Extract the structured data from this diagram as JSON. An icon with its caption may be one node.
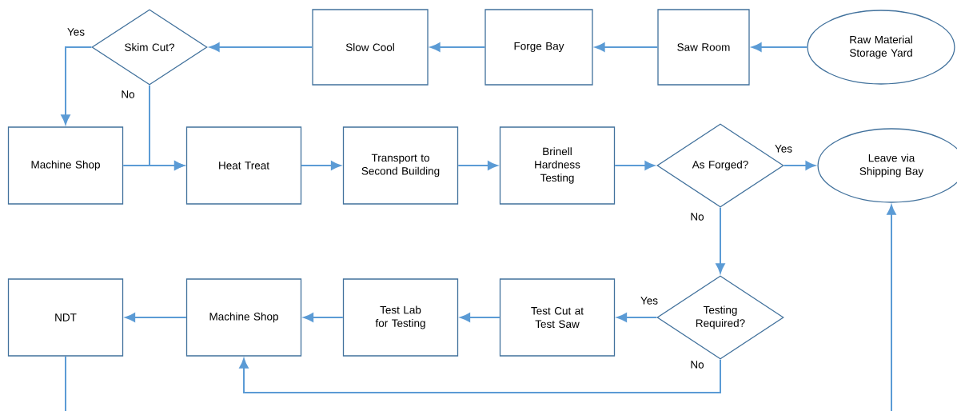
{
  "diagram": {
    "nodes": [
      {
        "text": [
          "Raw Material Storage Yard"
        ]
      },
      {
        "text": [
          "Saw Room"
        ]
      },
      {
        "text": [
          "Forge Bay"
        ]
      },
      {
        "text": [
          "Slow Cool"
        ]
      },
      {
        "text": [
          "Skim Cut?"
        ]
      },
      {
        "text": [
          "Machine Shop"
        ]
      },
      {
        "text": [
          "Heat Treat"
        ]
      },
      {
        "text": [
          "Transport to Second Building"
        ]
      },
      {
        "text": [
          "Brinell Hardness Testing"
        ]
      },
      {
        "text": [
          "As Forged?"
        ]
      },
      {
        "text": [
          "Leave via Shipping Bay"
        ]
      },
      {
        "text": [
          "Testing Required?"
        ]
      },
      {
        "text": [
          "Test Cut at Test Saw"
        ]
      },
      {
        "text": [
          "Test Lab for Testing"
        ]
      },
      {
        "text": [
          "Machine Shop"
        ]
      },
      {
        "text": [
          "NDT"
        ]
      }
    ],
    "edges": [
      {
        "from": 0,
        "to": 1,
        "arrow": "to"
      },
      {
        "from": 1,
        "to": 2,
        "arrow": "to"
      },
      {
        "from": 2,
        "to": 3,
        "arrow": "to"
      },
      {
        "from": 3,
        "to": 4,
        "arrow": "to"
      },
      {
        "from": 4,
        "to": 5,
        "arrow": "to",
        "label": "Yes"
      },
      {
        "from": 4,
        "to": 6,
        "arrow": "to",
        "label": "No"
      },
      {
        "from": 5,
        "to": 6,
        "arrow": "to"
      },
      {
        "from": 6,
        "to": 7,
        "arrow": "to"
      },
      {
        "from": 7,
        "to": 8,
        "arrow": "to"
      },
      {
        "from": 8,
        "to": 9,
        "arrow": "to"
      },
      {
        "from": 9,
        "to": 10,
        "arrow": "to",
        "label": "Yes"
      },
      {
        "from": 9,
        "to": 11,
        "arrow": "to",
        "label": "No"
      },
      {
        "from": 11,
        "to": 12,
        "arrow": "to",
        "label": "Yes"
      },
      {
        "from": 11,
        "to": 14,
        "arrow": "to",
        "label": "No"
      },
      {
        "from": 12,
        "to": 13,
        "arrow": "to"
      },
      {
        "from": 13,
        "to": 14,
        "arrow": "to"
      },
      {
        "from": 14,
        "to": 15,
        "arrow": "to"
      },
      {
        "from": 15,
        "to": null,
        "arrow": "none"
      },
      {
        "from": null,
        "to": 10,
        "arrow": "to"
      }
    ]
  }
}
